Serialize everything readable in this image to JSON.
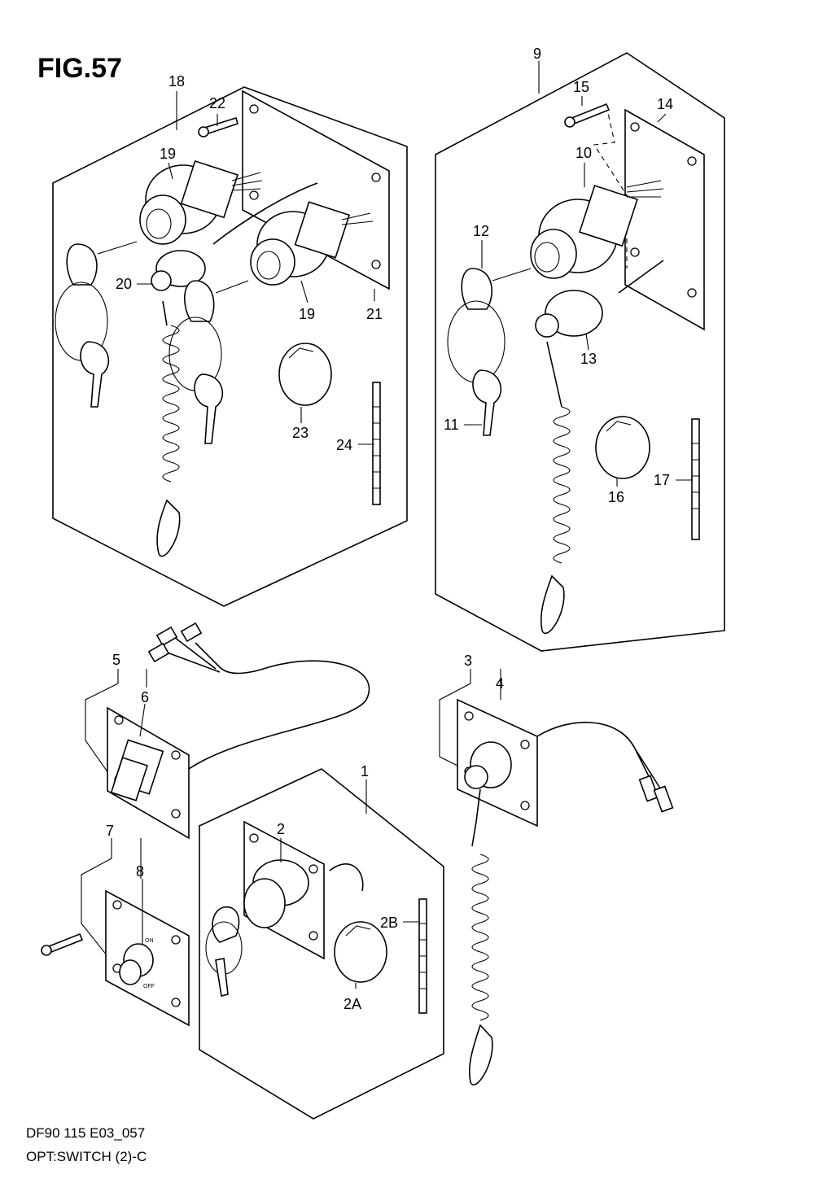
{
  "figure": {
    "title": "FIG.57",
    "footer_line1": "DF90 115 E03_057",
    "footer_line2": "OPT:SWITCH (2)-C"
  },
  "callouts": {
    "c1": "1",
    "c2": "2",
    "c2a": "2A",
    "c2b": "2B",
    "c3": "3",
    "c4": "4",
    "c5": "5",
    "c6": "6",
    "c7": "7",
    "c8": "8",
    "c9": "9",
    "c10": "10",
    "c11": "11",
    "c12": "12",
    "c13": "13",
    "c14": "14",
    "c15": "15",
    "c16": "16",
    "c17": "17",
    "c18": "18",
    "c19a": "19",
    "c19b": "19",
    "c20": "20",
    "c21": "21",
    "c22": "22",
    "c23": "23",
    "c24": "24"
  },
  "switch_labels": {
    "on": "ON",
    "off": "OFF"
  },
  "colors": {
    "ink": "#000000",
    "paper": "#ffffff"
  }
}
